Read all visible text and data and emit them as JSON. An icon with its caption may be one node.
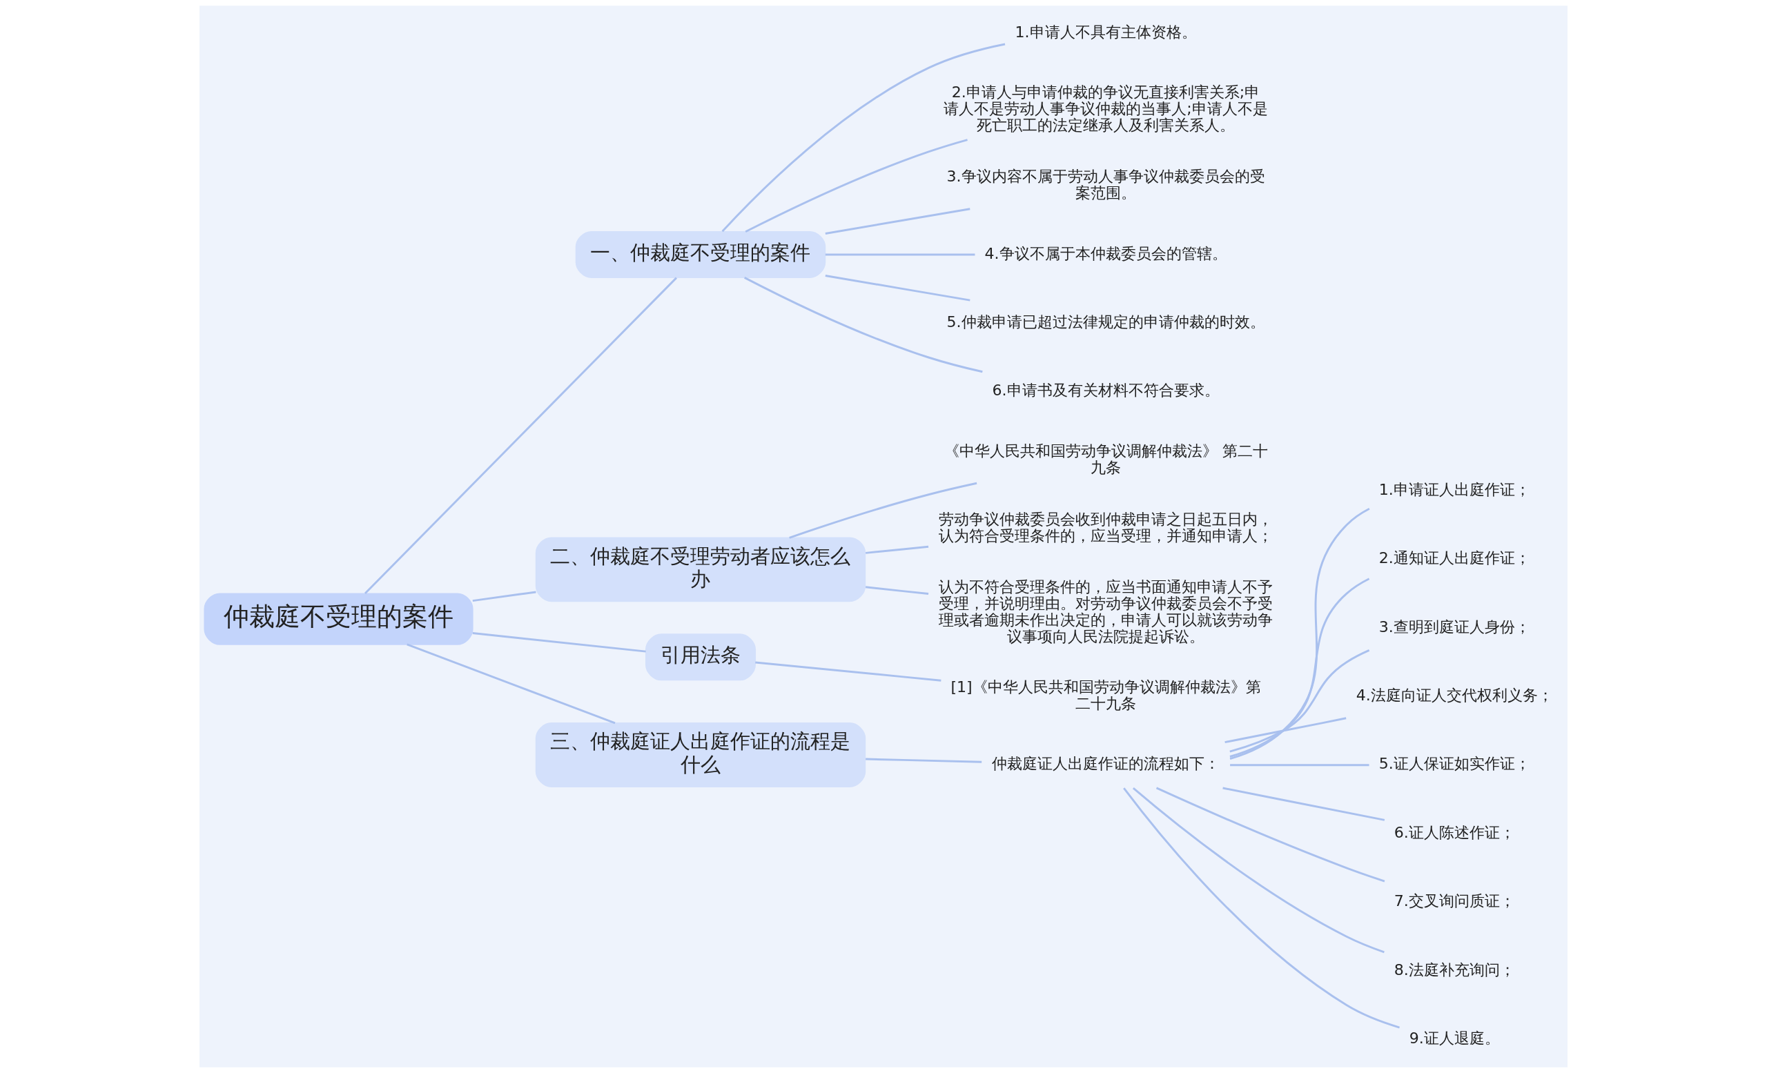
{
  "diagram": {
    "nodes": [
      {
        "text": [
          "仲裁庭不受理的案件"
        ]
      },
      {
        "text": [
          "一、仲裁庭不受理的案件"
        ]
      },
      {
        "text": [
          "1.申请人不具有主体资格。"
        ]
      },
      {
        "text": [
          "2.申请人与申请仲裁的争议无直接利害关系;申请人不是劳动人事争议仲裁的当事人;申请人不是死亡职工的法定继承人及利害关系人。"
        ]
      },
      {
        "text": [
          "3.争议内容不属于劳动人事争议仲裁委员会的受案范围。"
        ]
      },
      {
        "text": [
          "4.争议不属于本仲裁委员会的管辖。"
        ]
      },
      {
        "text": [
          "5.仲裁申请已超过法律规定的申请仲裁的时效。"
        ]
      },
      {
        "text": [
          "6.申请书及有关材料不符合要求。"
        ]
      },
      {
        "text": [
          "二、仲裁庭不受理劳动者应该怎么办"
        ]
      },
      {
        "text": [
          "《中华人民共和国劳动争议调解仲裁法》 第二十九条"
        ]
      },
      {
        "text": [
          "劳动争议仲裁委员会收到仲裁申请之日起五日内，认为符合受理条件的，应当受理，并通知申请人；"
        ]
      },
      {
        "text": [
          "认为不符合受理条件的，应当书面通知申请人不予受理，并说明理由。对劳动争议仲裁委员会不予受理或者逾期未作出决定的，申请人可以就该劳动争议事项向人民法院提起诉讼。"
        ]
      },
      {
        "text": [
          "引用法条"
        ]
      },
      {
        "text": [
          "[1]《中华人民共和国劳动争议调解仲裁法》第二十九条"
        ]
      },
      {
        "text": [
          "三、仲裁庭证人出庭作证的流程是什么"
        ]
      },
      {
        "text": [
          "仲裁庭证人出庭作证的流程如下："
        ]
      },
      {
        "text": [
          "1.申请证人出庭作证；"
        ]
      },
      {
        "text": [
          "2.通知证人出庭作证；"
        ]
      },
      {
        "text": [
          "3.查明到庭证人身份；"
        ]
      },
      {
        "text": [
          "4.法庭向证人交代权利义务；"
        ]
      },
      {
        "text": [
          "5.证人保证如实作证；"
        ]
      },
      {
        "text": [
          "6.证人陈述作证；"
        ]
      },
      {
        "text": [
          "7.交叉询问质证；"
        ]
      },
      {
        "text": [
          "8.法庭补充询问；"
        ]
      },
      {
        "text": [
          "9.证人退庭。"
        ]
      }
    ],
    "edges": [
      {
        "from": 0,
        "to": 1,
        "arrow": "none"
      },
      {
        "from": 1,
        "to": 2,
        "arrow": "none"
      },
      {
        "from": 1,
        "to": 3,
        "arrow": "none"
      },
      {
        "from": 1,
        "to": 4,
        "arrow": "none"
      },
      {
        "from": 1,
        "to": 5,
        "arrow": "none"
      },
      {
        "from": 1,
        "to": 6,
        "arrow": "none"
      },
      {
        "from": 1,
        "to": 7,
        "arrow": "none"
      },
      {
        "from": 0,
        "to": 8,
        "arrow": "none"
      },
      {
        "from": 8,
        "to": 9,
        "arrow": "none"
      },
      {
        "from": 8,
        "to": 10,
        "arrow": "none"
      },
      {
        "from": 8,
        "to": 11,
        "arrow": "none"
      },
      {
        "from": 0,
        "to": 12,
        "arrow": "none"
      },
      {
        "from": 12,
        "to": 13,
        "arrow": "none"
      },
      {
        "from": 0,
        "to": 14,
        "arrow": "none"
      },
      {
        "from": 14,
        "to": 15,
        "arrow": "none"
      },
      {
        "from": 15,
        "to": 16,
        "arrow": "none"
      },
      {
        "from": 15,
        "to": 17,
        "arrow": "none"
      },
      {
        "from": 15,
        "to": 18,
        "arrow": "none"
      },
      {
        "from": 15,
        "to": 19,
        "arrow": "none"
      },
      {
        "from": 15,
        "to": 20,
        "arrow": "none"
      },
      {
        "from": 15,
        "to": 21,
        "arrow": "none"
      },
      {
        "from": 15,
        "to": 22,
        "arrow": "none"
      },
      {
        "from": 15,
        "to": 23,
        "arrow": "none"
      },
      {
        "from": 15,
        "to": 24,
        "arrow": "none"
      }
    ]
  }
}
